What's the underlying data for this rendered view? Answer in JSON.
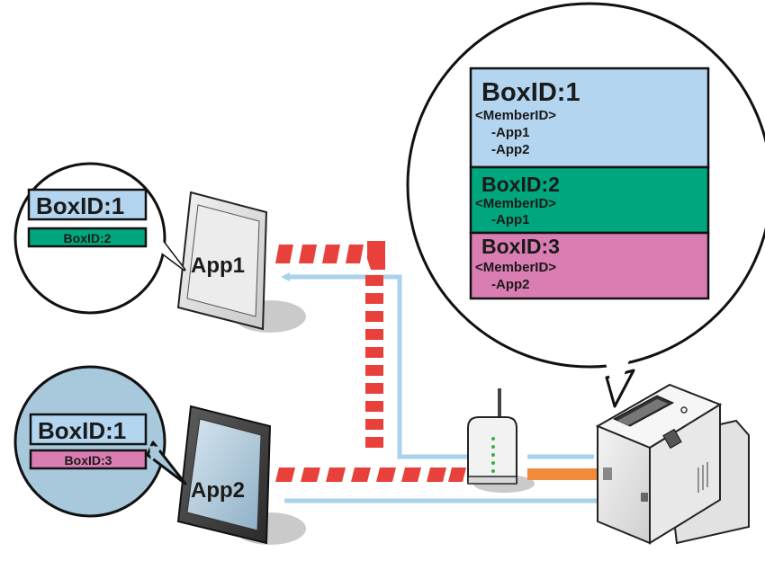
{
  "colors": {
    "box1": "#b3d5f0",
    "box2": "#00a77e",
    "box3": "#d97db2",
    "signal_red": "#e8413c",
    "signal_blue": "#a9d2ee",
    "wired_orange": "#f08a3c",
    "bubble_app2": "#a8c8dc"
  },
  "app1": {
    "name": "App1",
    "bubble": {
      "primary": "BoxID:1",
      "secondary": "BoxID:2"
    }
  },
  "app2": {
    "name": "App2",
    "bubble": {
      "primary": "BoxID:1",
      "secondary": "BoxID:3"
    }
  },
  "printer_bubble": {
    "boxes": [
      {
        "title": "BoxID:1",
        "member_header": "<MemberID>",
        "members": [
          "-App1",
          "-App2"
        ]
      },
      {
        "title": "BoxID:2",
        "member_header": "<MemberID>",
        "members": [
          "-App1"
        ]
      },
      {
        "title": "BoxID:3",
        "member_header": "<MemberID>",
        "members": [
          "-App2"
        ]
      }
    ]
  },
  "icons": {
    "tablet1": "tablet-icon",
    "tablet2": "tablet-icon",
    "router": "wireless-router-icon",
    "printer": "receipt-printer-icon"
  }
}
